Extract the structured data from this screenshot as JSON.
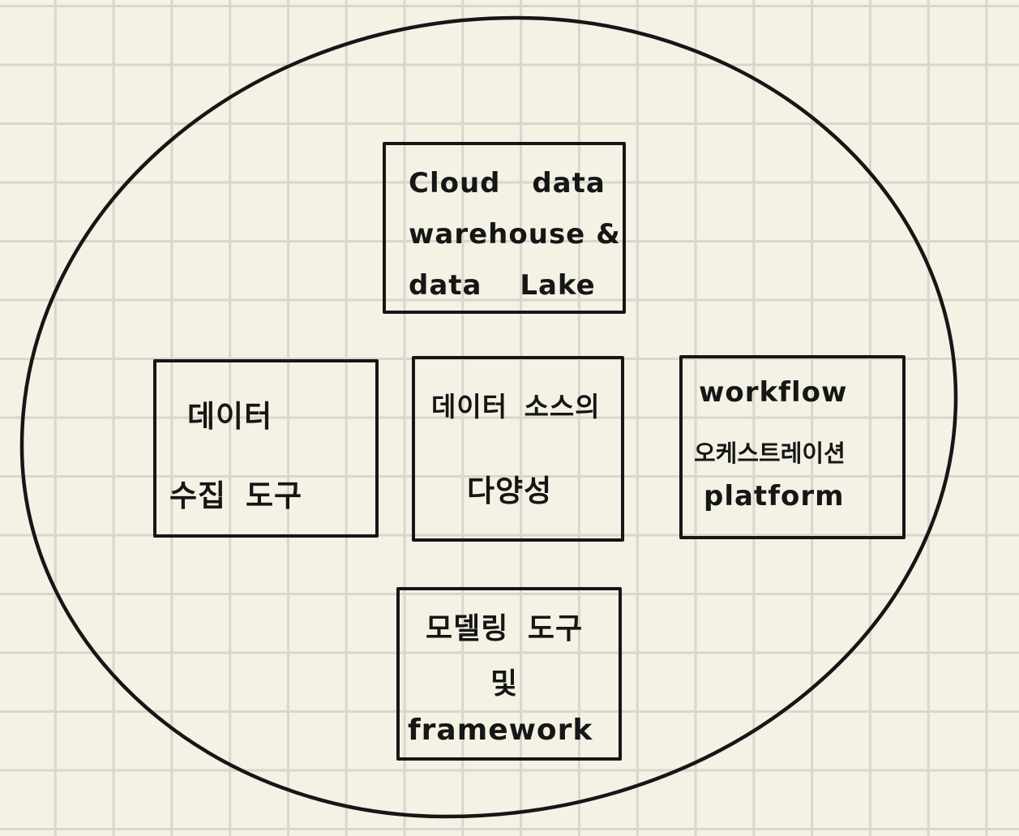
{
  "theme": {
    "background": "#f4f1e5",
    "grid_line": "#d9d6cb",
    "ink": "#161616"
  },
  "diagram": {
    "type": "grouping-diagram",
    "container_shape": "ellipse",
    "nodes": [
      {
        "id": "cloud-data-warehouse-data-lake",
        "lines": [
          "Cloud data",
          "warehouse &",
          "data Lake"
        ]
      },
      {
        "id": "data-collection-tools",
        "lines": [
          "데이터",
          "수집 도구"
        ]
      },
      {
        "id": "data-source-diversity",
        "lines": [
          "데이터 소스의",
          "다양성"
        ]
      },
      {
        "id": "workflow-orchestration-platform",
        "lines": [
          "workflow",
          "오케스트레이션",
          "platform"
        ]
      },
      {
        "id": "modeling-tools-and-framework",
        "lines": [
          "모델링 도구",
          "및",
          "framework"
        ]
      }
    ]
  }
}
